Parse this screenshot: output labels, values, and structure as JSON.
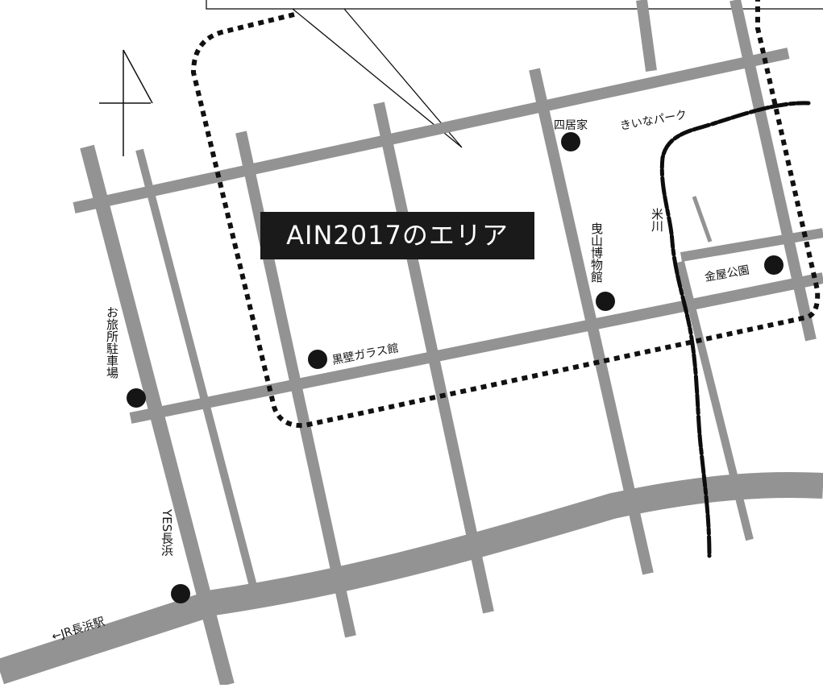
{
  "area_label": "AIN2017のエリア",
  "landmarks": {
    "yotsui_ke": "四居家",
    "kiina_park": "きいなパーク",
    "hikiyama_museum": "曳山博物館",
    "yonekawa": "米川",
    "kanaya_park": "金屋公園",
    "kurokabe_glass": "黒壁ガラス館",
    "otabisho_parking": "お旅所駐車場",
    "yes_nagahama": "YES長浜",
    "jr_nagahama_station": "←JR長浜駅"
  },
  "colors": {
    "road": "#939393",
    "dot": "#151515",
    "river": "#0d0d0d",
    "area_fill": "#1a1a1a",
    "area_text": "#ffffff"
  },
  "icons": {
    "north_arrow": "north-arrow-icon",
    "landmark_marker": "filled-circle-marker"
  }
}
